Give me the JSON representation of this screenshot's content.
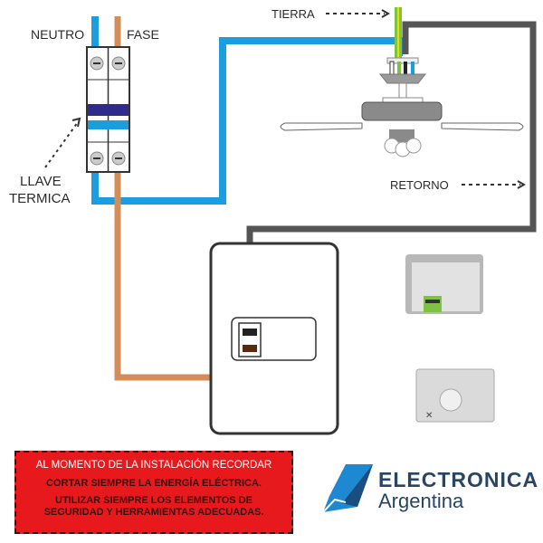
{
  "labels": {
    "neutro": "NEUTRO",
    "fase": "FASE",
    "llave_line1": "LLAVE",
    "llave_line2": "TERMICA",
    "tierra": "TIERRA",
    "retorno": "RETORNO"
  },
  "wire_colors": {
    "neutro": "#1a9ee0",
    "fase": "#d48c58",
    "tierra_green": "#7dc242",
    "tierra_yellow": "#e6e200",
    "retorno": "#555555"
  },
  "warning": {
    "title": "AL MOMENTO DE LA INSTALACIÓN RECORDAR",
    "line1": "CORTAR SIEMPRE LA ENERGÍA ELÉCTRICA.",
    "line2a": "UTILIZAR SIEMPRE LOS ELEMENTOS DE",
    "line2b": "SEGURIDAD Y HERRAMIENTAS ADECUADAS.",
    "background": "#e8191c"
  },
  "brand": {
    "name": "ELECTRONICA",
    "subtitle": "Argentina",
    "color": "#274565"
  }
}
